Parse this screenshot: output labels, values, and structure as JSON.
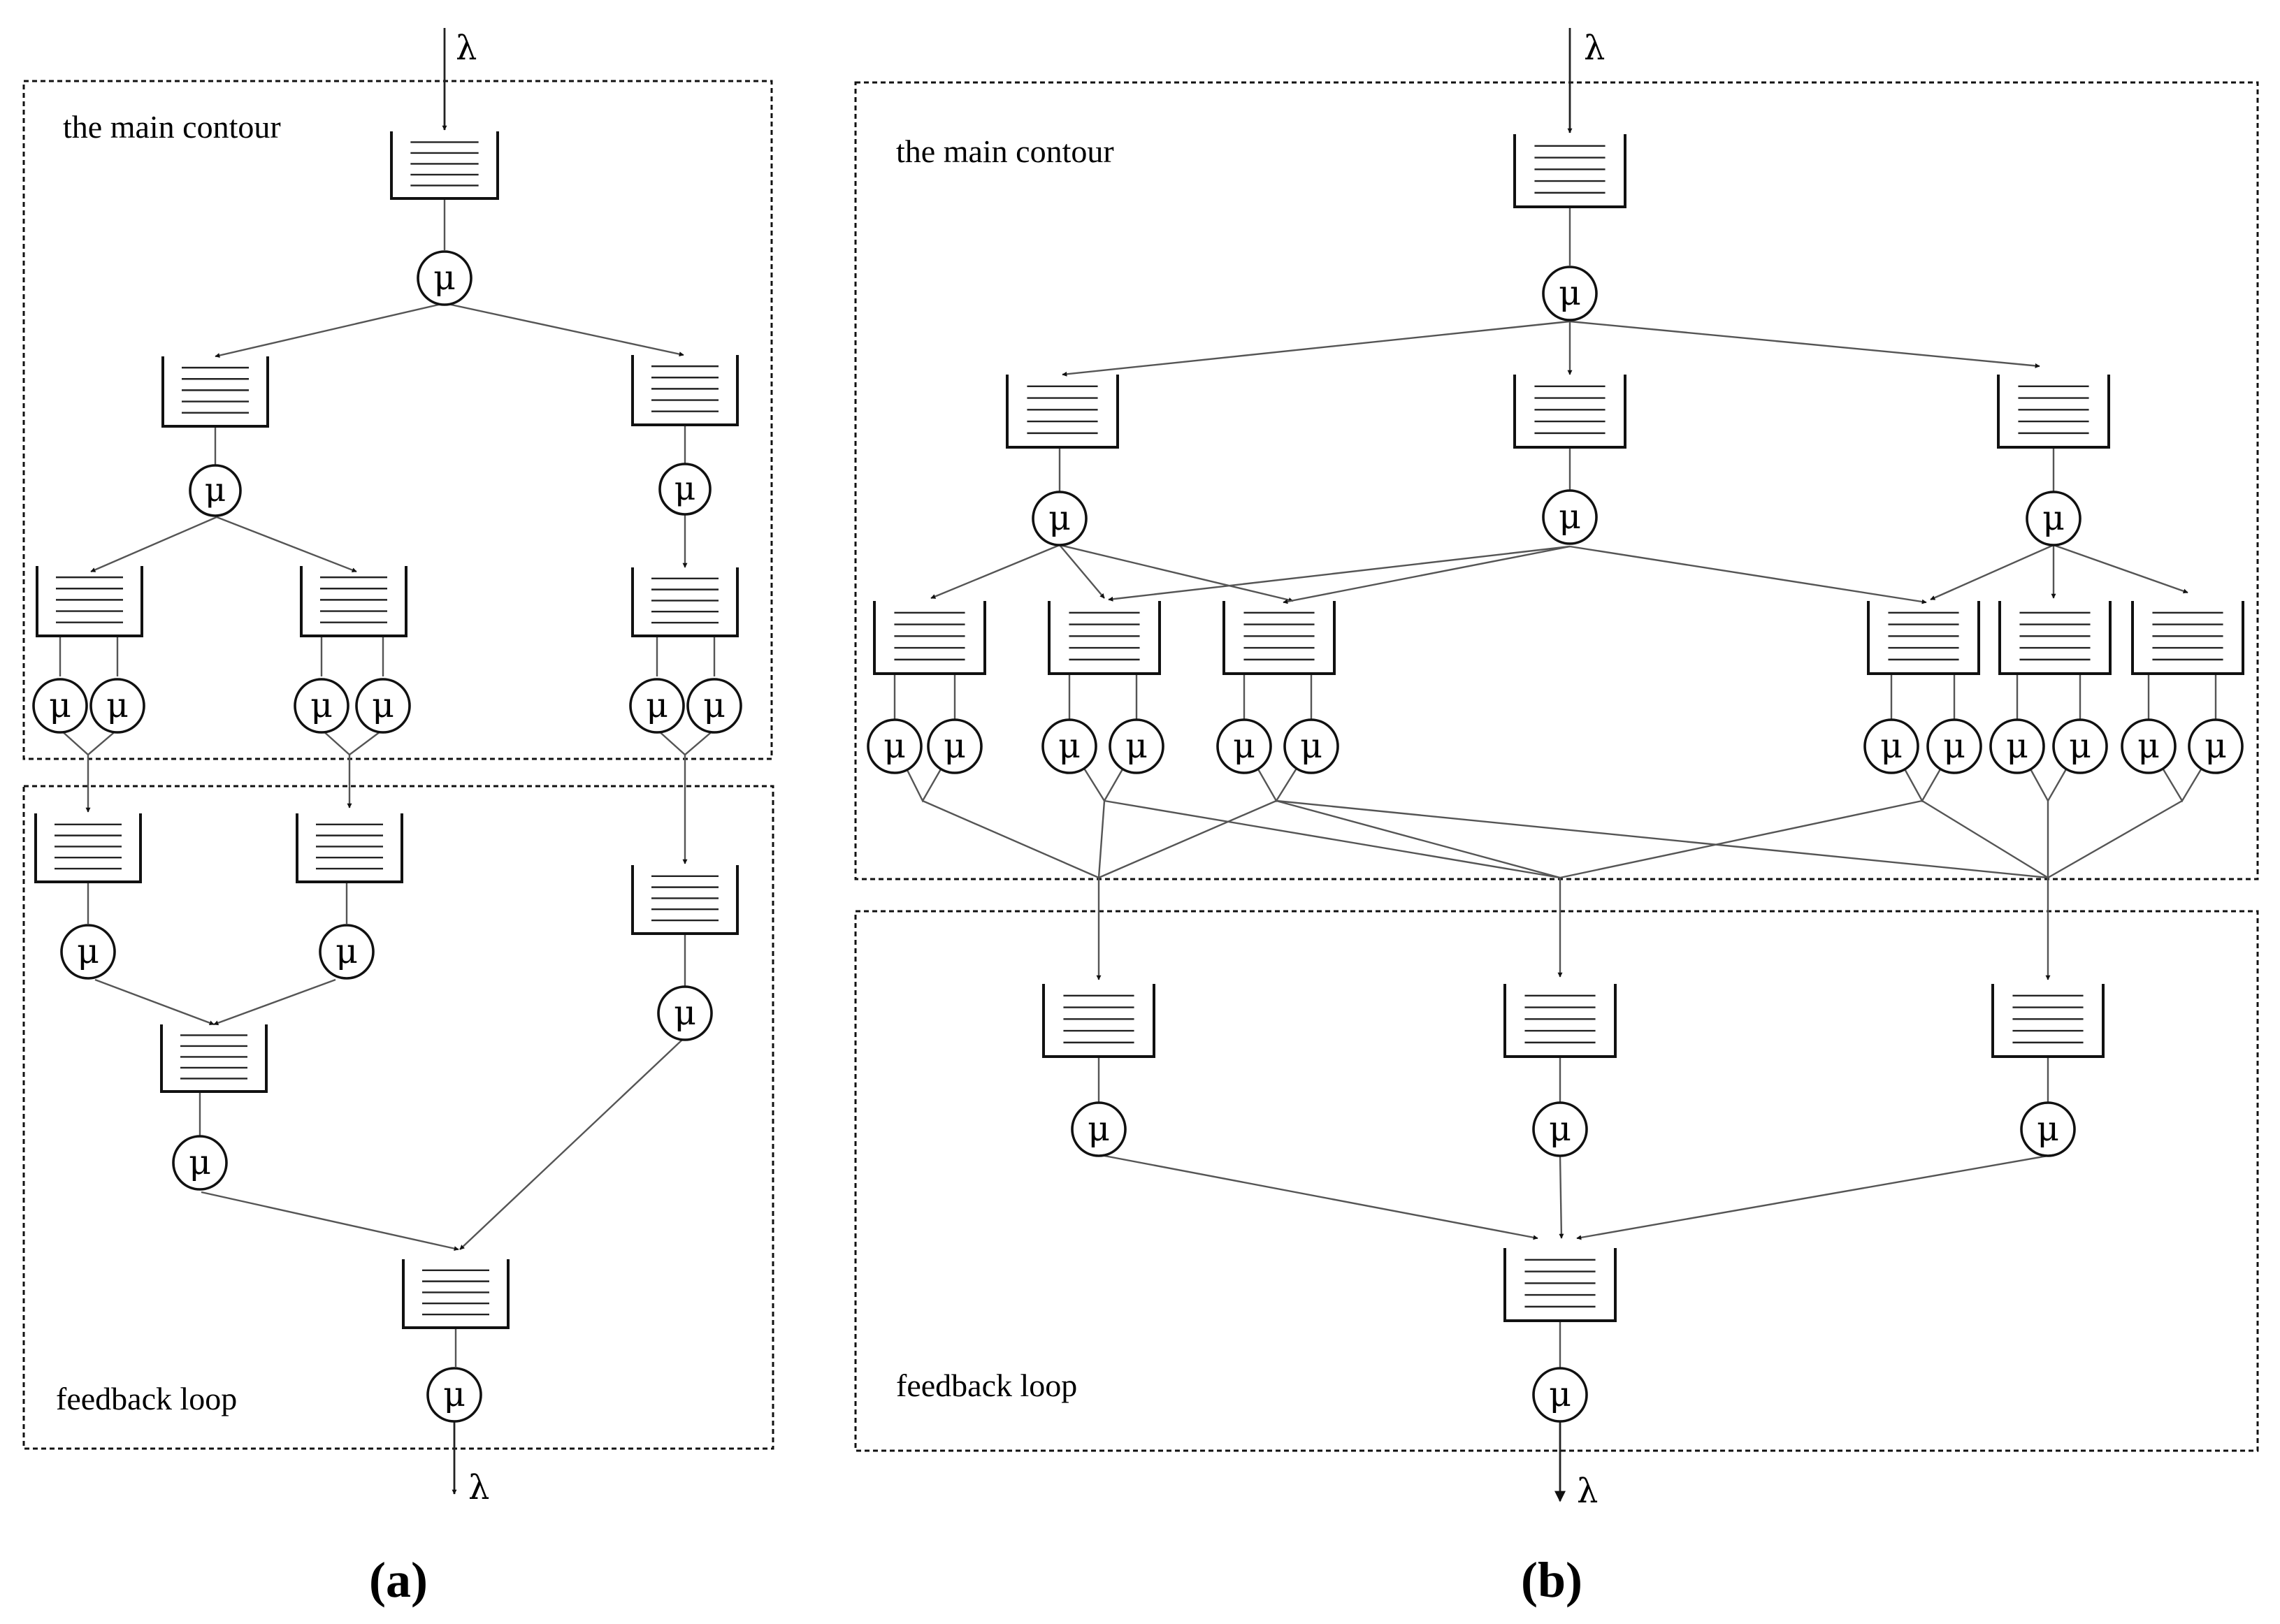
{
  "diagram_a": {
    "caption": "(a)",
    "input_label": "λ",
    "output_label": "λ",
    "main_contour_label": "the main contour",
    "feedback_loop_label": "feedback loop",
    "server_label": "μ"
  },
  "diagram_b": {
    "caption": "(b)",
    "input_label": "λ",
    "output_label": "λ",
    "main_contour_label": "the main contour",
    "feedback_loop_label": "feedback loop",
    "server_label": "μ"
  }
}
